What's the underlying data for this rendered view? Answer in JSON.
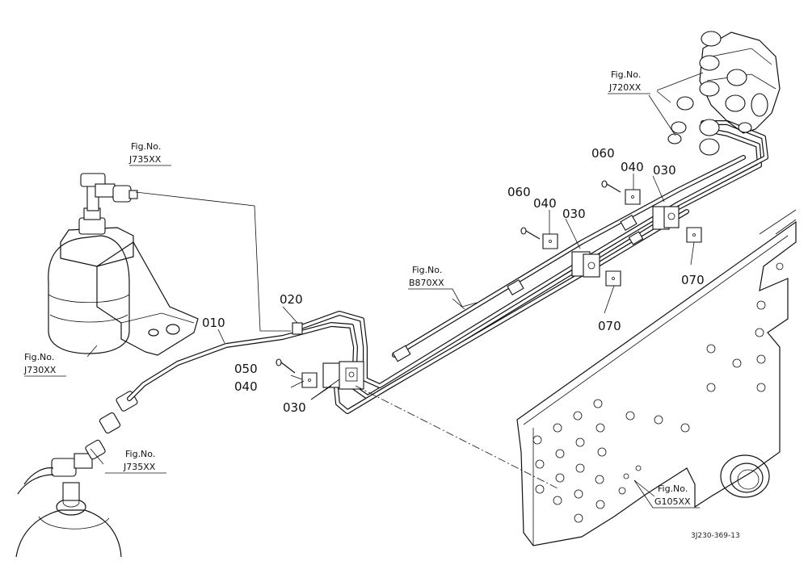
{
  "part_labels": [
    "010",
    "020",
    "030",
    "030",
    "030",
    "040",
    "040",
    "040",
    "050",
    "060",
    "060",
    "070",
    "070"
  ],
  "fig_refs": [
    {
      "prefix": "Fig.No.",
      "code": "J735XX"
    },
    {
      "prefix": "Fig.No.",
      "code": "J730XX"
    },
    {
      "prefix": "Fig.No.",
      "code": "J735XX"
    },
    {
      "prefix": "Fig.No.",
      "code": "B870XX"
    },
    {
      "prefix": "Fig.No.",
      "code": "J720XX"
    },
    {
      "prefix": "Fig.No.",
      "code": "G105XX"
    }
  ],
  "drawing_code": "3J230-369-13"
}
